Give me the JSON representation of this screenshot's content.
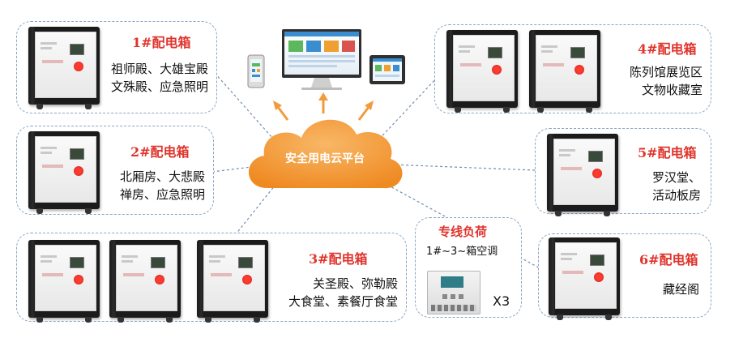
{
  "cloud": {
    "label": "安全用电云平台"
  },
  "boxes": [
    {
      "title": "1#配电箱",
      "lines": [
        "祖师殿、大雄宝殿",
        "文殊殿、应急照明"
      ]
    },
    {
      "title": "2#配电箱",
      "lines": [
        "北厢房、大悲殿",
        "禅房、应急照明"
      ]
    },
    {
      "title": "3#配电箱",
      "lines": [
        "关圣殿、弥勒殿",
        "大食堂、素餐厅食堂"
      ]
    },
    {
      "title": "4#配电箱",
      "lines": [
        "陈列馆展览区",
        "文物收藏室"
      ]
    },
    {
      "title": "5#配电箱",
      "lines": [
        "罗汉堂、",
        "活动板房"
      ]
    },
    {
      "title": "6#配电箱",
      "lines": [
        "藏经阁"
      ]
    }
  ],
  "dedicated": {
    "title": "专线负荷",
    "subtitle": "1#~3~箱空调",
    "count": "X3"
  },
  "colors": {
    "title_red": "#e0342c",
    "dash_blue": "#8aa6c4",
    "cloud_orange": "#f29a3a",
    "arrow_orange": "#f39a3b"
  }
}
